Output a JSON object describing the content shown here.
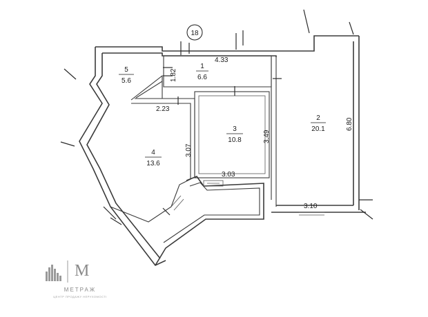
{
  "plan": {
    "apartment_number": "18",
    "rooms": [
      {
        "number": "1",
        "area": "6.6"
      },
      {
        "number": "2",
        "area": "20.1"
      },
      {
        "number": "3",
        "area": "10.8"
      },
      {
        "number": "4",
        "area": "13.6"
      },
      {
        "number": "5",
        "area": "5.6"
      }
    ],
    "dimensions": {
      "top_corridor": "4.33",
      "corridor_height": "1.82",
      "hall_top": "2.23",
      "room3_left": "3.07",
      "room3_right": "3.49",
      "room3_bottom": "3.03",
      "room2_height": "6.80",
      "room2_bottom": "3.10"
    }
  },
  "brand": {
    "letter": "M",
    "name": "МЕТРАЖ",
    "tagline": "ЦЕНТР ПРОДАЖУ НЕРУХОМОСТІ"
  },
  "colors": {
    "wall": "#3a3a3a",
    "brand": "#8a8a8a"
  }
}
